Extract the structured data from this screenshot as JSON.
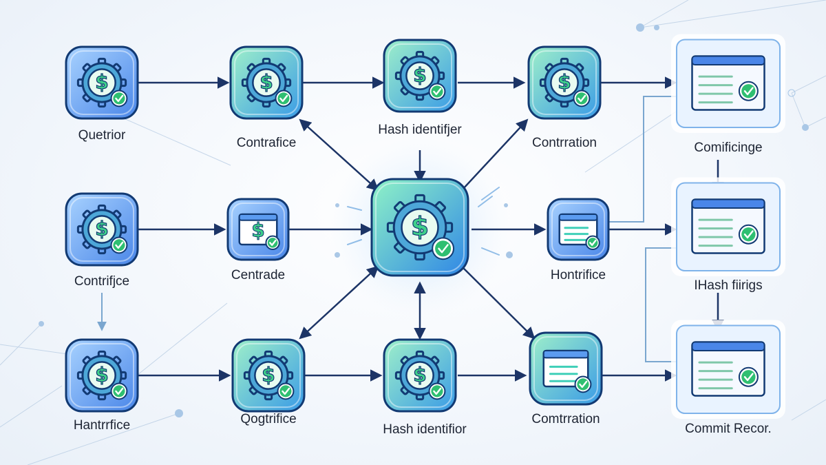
{
  "diagram": {
    "nodes": [
      {
        "id": "n1",
        "label": "Quetrior",
        "icon": "gear-dollar-icon",
        "style": "blue"
      },
      {
        "id": "n2",
        "label": "Contrafice",
        "icon": "gear-dollar-icon",
        "style": "teal"
      },
      {
        "id": "n3",
        "label": "Hash identifjer",
        "icon": "gear-dollar-icon",
        "style": "teal"
      },
      {
        "id": "n4",
        "label": "Contrration",
        "icon": "gear-dollar-icon",
        "style": "teal"
      },
      {
        "id": "n5",
        "label": "Comificinge",
        "icon": "browser-window-icon",
        "style": "panel"
      },
      {
        "id": "n6",
        "label": "Contrifjce",
        "icon": "gear-dollar-icon",
        "style": "blue"
      },
      {
        "id": "n7",
        "label": "Centrade",
        "icon": "document-dollar-icon",
        "style": "blue"
      },
      {
        "id": "hub",
        "label": "",
        "icon": "gear-dollar-icon",
        "style": "hub"
      },
      {
        "id": "n9",
        "label": "Hontrifice",
        "icon": "document-list-icon",
        "style": "blue"
      },
      {
        "id": "n10",
        "label": "IHash fiirigs",
        "icon": "browser-window-icon",
        "style": "panel"
      },
      {
        "id": "n11",
        "label": "Hantrrfice",
        "icon": "gear-dollar-icon",
        "style": "blue"
      },
      {
        "id": "n12",
        "label": "Qogtrifice",
        "icon": "gear-dollar-icon",
        "style": "teal"
      },
      {
        "id": "n13",
        "label": "Hash identifior",
        "icon": "gear-dollar-icon",
        "style": "teal"
      },
      {
        "id": "n14",
        "label": "Comtrration",
        "icon": "document-list-icon",
        "style": "teal"
      },
      {
        "id": "n15",
        "label": "Commit Recor.",
        "icon": "browser-window-icon",
        "style": "panel"
      }
    ],
    "colors": {
      "arrow": "#1c3466",
      "blue_node": "#5b9bf0",
      "teal_node": "#3fcfb8",
      "check": "#2fbf71",
      "dollar": "#3fd08a"
    }
  }
}
